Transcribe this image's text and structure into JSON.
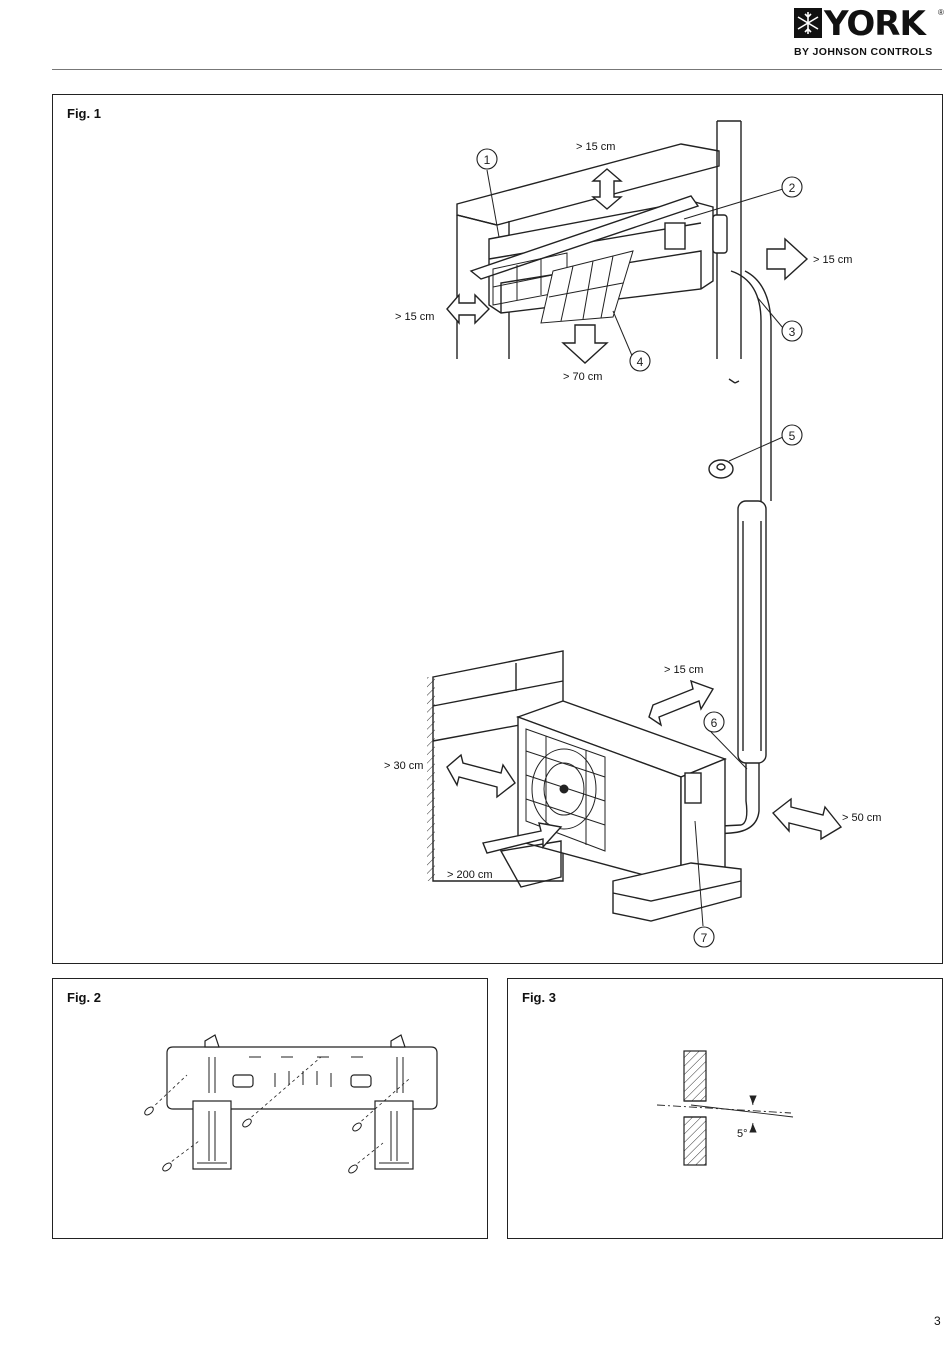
{
  "brand": {
    "name": "YORK",
    "registered": "®",
    "tagline": "BY JOHNSON CONTROLS",
    "color": "#111111"
  },
  "figures": {
    "fig1": {
      "label": "Fig. 1",
      "clearances": {
        "top": "> 15 cm",
        "right": "> 15 cm",
        "left": "> 15 cm",
        "bottom": "> 70 cm",
        "outdoor_top": "> 15 cm",
        "outdoor_wall": "> 30 cm",
        "outdoor_front": "> 200 cm",
        "outdoor_side": "> 50 cm"
      },
      "callouts": [
        "1",
        "2",
        "3",
        "4",
        "5",
        "6",
        "7"
      ]
    },
    "fig2": {
      "label": "Fig. 2"
    },
    "fig3": {
      "label": "Fig. 3",
      "angle": "5°"
    }
  },
  "page_number": "3"
}
